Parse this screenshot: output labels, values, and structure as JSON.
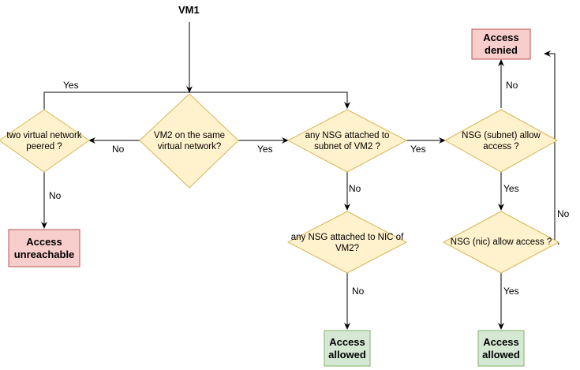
{
  "title": "VM1",
  "colors": {
    "decision_fill": "#fff2cc",
    "decision_stroke": "#d6b656",
    "red_fill": "#f8cecc",
    "red_stroke": "#b85450",
    "green_fill": "#d5e8d4",
    "green_stroke": "#82b366",
    "edge": "#000000"
  },
  "decisions": {
    "peered": "two virtual network peered ?",
    "same_vnet": "VM2 on the same virtual network?",
    "nsg_subnet_attached": "any NSG attached to subnet of VM2 ?",
    "nsg_subnet_allow": "NSG (subnet) allow access ?",
    "nsg_nic_attached": "any NSG attached to NIC of VM2?",
    "nsg_nic_allow": "NSG (nic) allow access ?"
  },
  "terminals": {
    "unreachable": "Access unreachable",
    "denied": "Access denied",
    "allowed_1": "Access allowed",
    "allowed_2": "Access allowed"
  },
  "edge_labels": {
    "yes_top": "Yes",
    "no_same_vnet": "No",
    "yes_same_vnet": "Yes",
    "no_peered": "No",
    "yes_nsg_subnet": "Yes",
    "no_nsg_subnet": "No",
    "no_subnet_allow": "No",
    "yes_subnet_allow": "Yes",
    "no_nic_attached": "No",
    "no_nic_allow": "No",
    "yes_nic_allow": "Yes"
  }
}
